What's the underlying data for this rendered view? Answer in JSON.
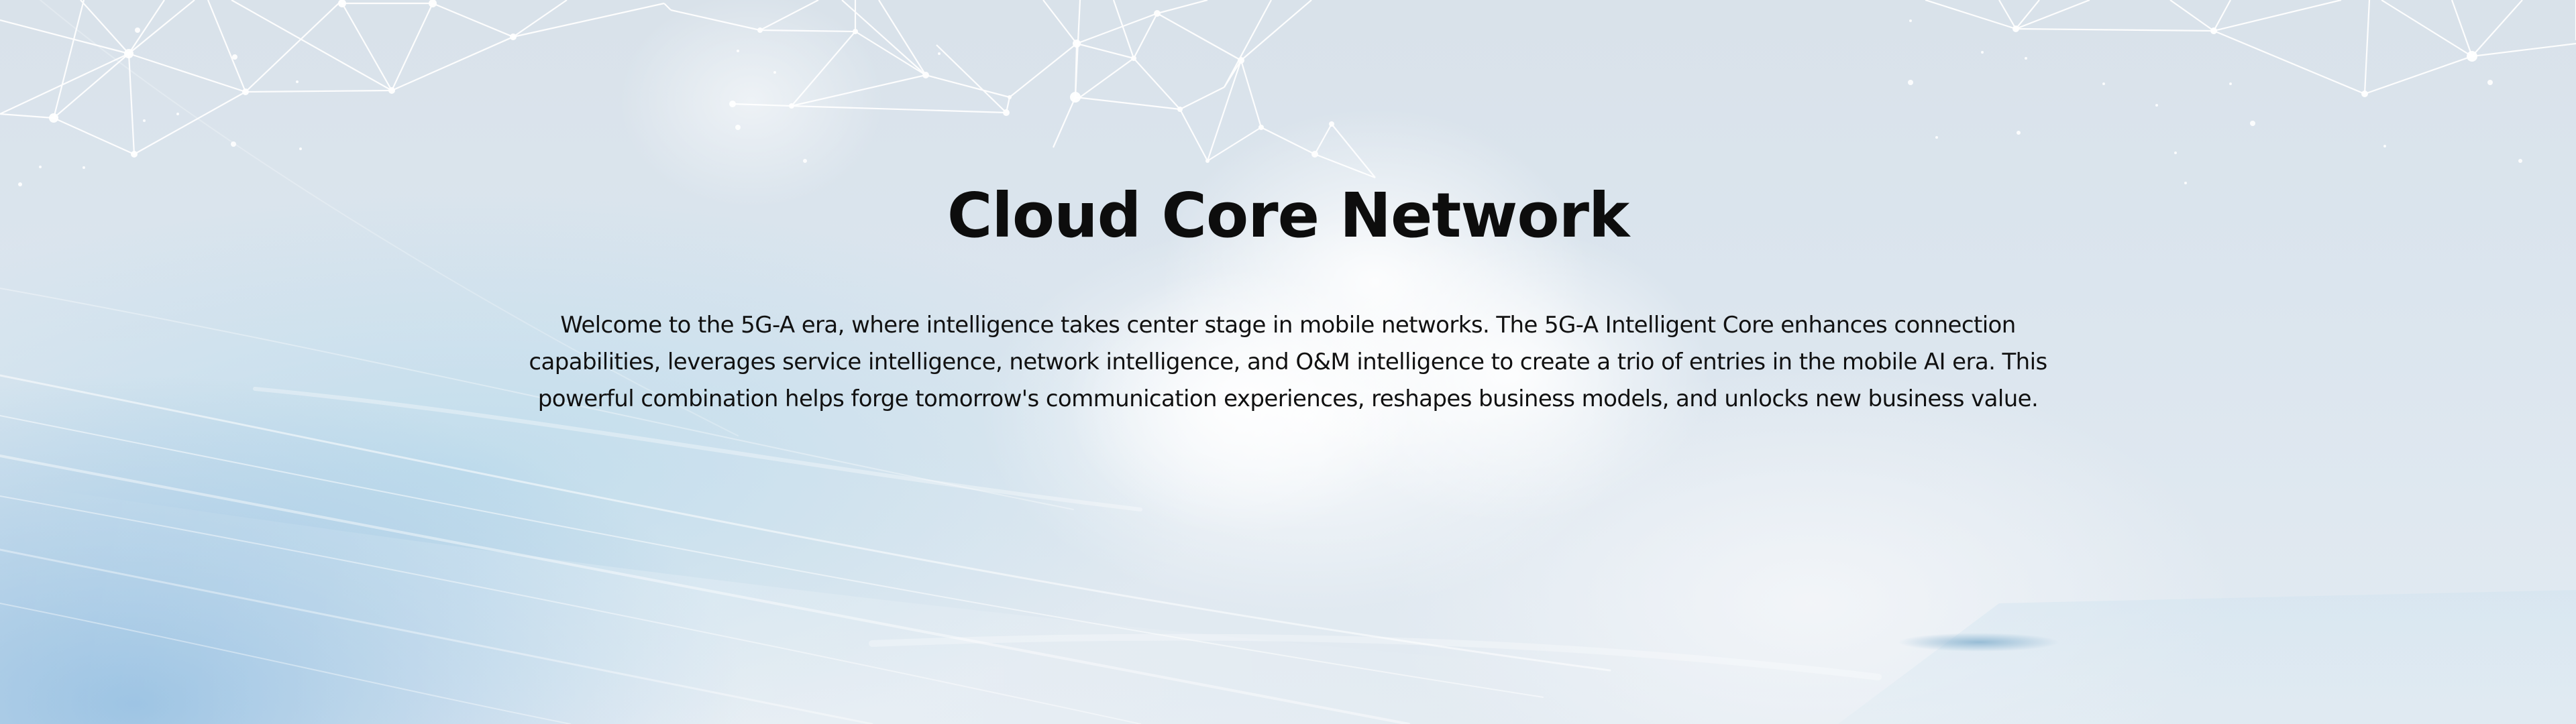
{
  "hero": {
    "title": "Cloud Core Network",
    "description": "Welcome to the 5G-A era, where intelligence takes center stage in mobile networks. The 5G-A Intelligent Core enhances connection capabilities, leverages service intelligence, network intelligence, and O&M intelligence to create a trio of entries in the mobile AI era. This powerful combination helps forge tomorrow's communication experiences, reshapes business models, and unlocks new business value.",
    "background": {
      "theme": "sky-network",
      "colors": {
        "base": "#dfe6ee",
        "light_streak": "#f2f7fb",
        "deep_blue": "#96c0e2",
        "mid_blue": "#bedcec",
        "network_line": "#ffffff",
        "text": "#111111"
      }
    }
  }
}
